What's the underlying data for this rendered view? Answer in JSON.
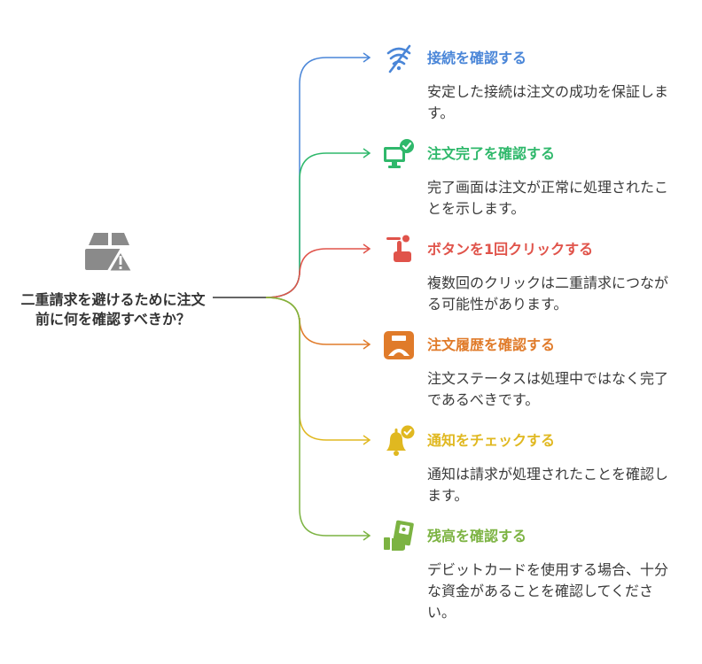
{
  "root": {
    "title": "二重請求を避けるために注文前に何を確認すべきか？",
    "icon": "package-warning-icon"
  },
  "branches": [
    {
      "title": "接続を確認する",
      "description": "安定した接続は注文の成功を保証します。",
      "color": "#4a86d8",
      "icon": "wifi-off-icon"
    },
    {
      "title": "注文完了を確認する",
      "description": "完了画面は注文が正常に処理されたことを示します。",
      "color": "#2fb86b",
      "icon": "monitor-check-icon"
    },
    {
      "title": "ボタンを1回クリックする",
      "description": "複数回のクリックは二重請求につながる可能性があります。",
      "color": "#e0534a",
      "icon": "hand-click-icon"
    },
    {
      "title": "注文履歴を確認する",
      "description": "注文ステータスは処理中ではなく完了であるべきです。",
      "color": "#e07b2a",
      "icon": "order-history-icon"
    },
    {
      "title": "通知をチェックする",
      "description": "通知は請求が処理されたことを確認します。",
      "color": "#e0b820",
      "icon": "bell-check-icon"
    },
    {
      "title": "残高を確認する",
      "description": "デビットカードを使用する場合、十分な資金があることを確認してください。",
      "color": "#7cb342",
      "icon": "card-balance-icon"
    }
  ]
}
